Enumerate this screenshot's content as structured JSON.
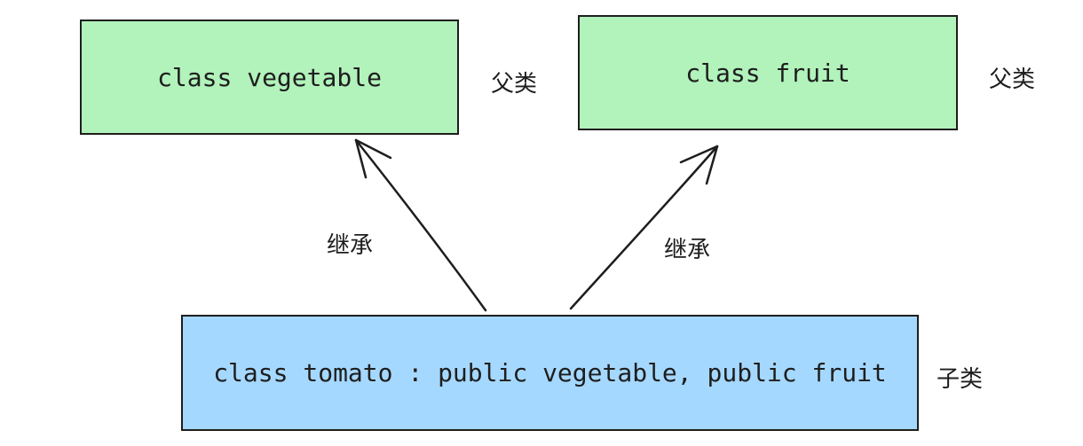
{
  "colors": {
    "parent_fill": "#b2f2bb",
    "child_fill": "#a5d8ff",
    "stroke": "#1e1e1e"
  },
  "parents": [
    {
      "code": "class vegetable",
      "role": "父类"
    },
    {
      "code": "class fruit",
      "role": "父类"
    }
  ],
  "child": {
    "code": "class tomato : public vegetable, public fruit",
    "role": "子类"
  },
  "edges": [
    {
      "label": "继承",
      "from": "child",
      "to": "parents.0"
    },
    {
      "label": "继承",
      "from": "child",
      "to": "parents.1"
    }
  ]
}
